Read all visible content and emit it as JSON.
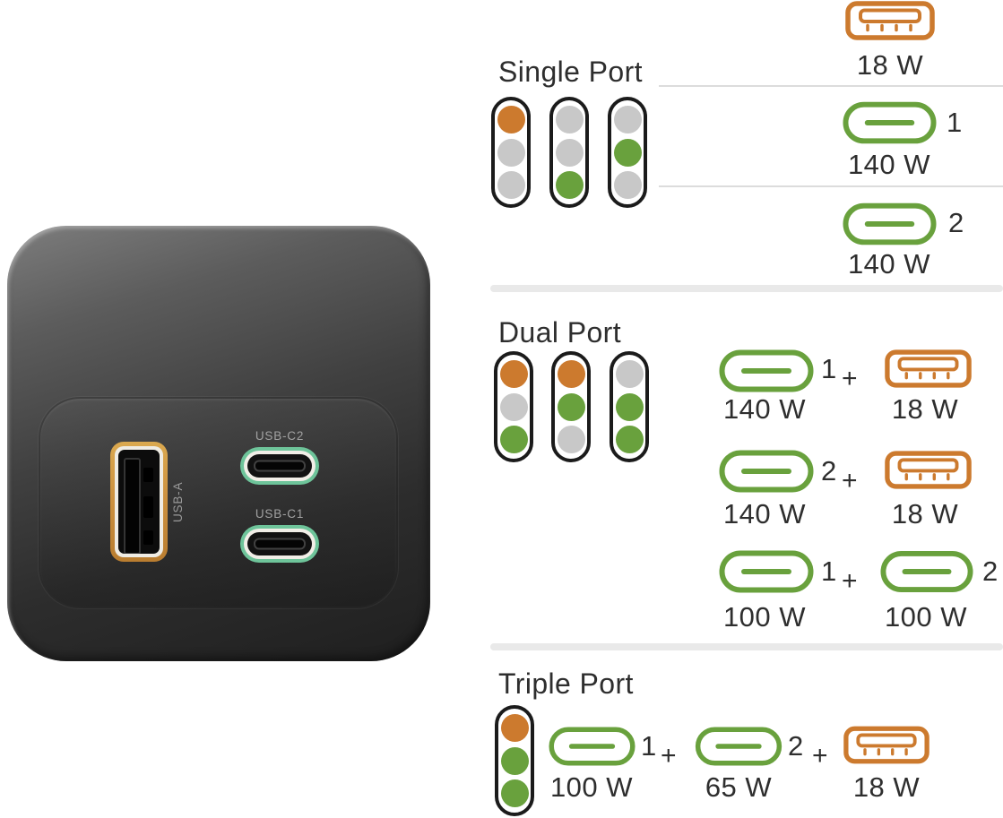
{
  "palette": {
    "orange": "#CC7A2E",
    "green": "#69A13D",
    "gray": "#C8C8C8",
    "text": "#2E2E2E",
    "separator_thin": "#DCDCDC",
    "separator_thick": "#E9E9E9",
    "port_teal": "#6EC49A",
    "port_gold": "#CD9240",
    "pill_border": "#1B1B1B"
  },
  "device": {
    "port_labels": {
      "usb_a": "USB-A",
      "usb_c2": "USB-C2",
      "usb_c1": "USB-C1"
    }
  },
  "sections": {
    "single": {
      "title": "Single Port",
      "indicators": [
        [
          "orange",
          "gray",
          "gray"
        ],
        [
          "gray",
          "gray",
          "green"
        ],
        [
          "gray",
          "green",
          "gray"
        ]
      ],
      "rows": [
        {
          "ports": [
            {
              "icon": "usb-a",
              "watt": "18 W"
            }
          ]
        },
        {
          "ports": [
            {
              "icon": "usb-c",
              "num": "1",
              "watt": "140 W"
            }
          ]
        },
        {
          "ports": [
            {
              "icon": "usb-c",
              "num": "2",
              "watt": "140 W"
            }
          ]
        }
      ]
    },
    "dual": {
      "title": "Dual Port",
      "indicators": [
        [
          "orange",
          "gray",
          "green"
        ],
        [
          "orange",
          "green",
          "gray"
        ],
        [
          "gray",
          "green",
          "green"
        ]
      ],
      "rows": [
        {
          "plus": "+",
          "ports": [
            {
              "icon": "usb-c",
              "num": "1",
              "watt": "140 W"
            },
            {
              "icon": "usb-a",
              "watt": "18 W"
            }
          ]
        },
        {
          "plus": "+",
          "ports": [
            {
              "icon": "usb-c",
              "num": "2",
              "watt": "140 W"
            },
            {
              "icon": "usb-a",
              "watt": "18 W"
            }
          ]
        },
        {
          "plus": "+",
          "ports": [
            {
              "icon": "usb-c",
              "num": "1",
              "watt": "100 W"
            },
            {
              "icon": "usb-c",
              "num": "2",
              "watt": "100 W"
            }
          ]
        }
      ]
    },
    "triple": {
      "title": "Triple Port",
      "indicators": [
        [
          "orange",
          "green",
          "green"
        ]
      ],
      "rows": [
        {
          "plus": "+",
          "ports": [
            {
              "icon": "usb-c",
              "num": "1",
              "watt": "100 W"
            },
            {
              "icon": "usb-c",
              "num": "2",
              "watt": "65 W"
            },
            {
              "icon": "usb-a",
              "watt": "18 W"
            }
          ]
        }
      ]
    }
  }
}
